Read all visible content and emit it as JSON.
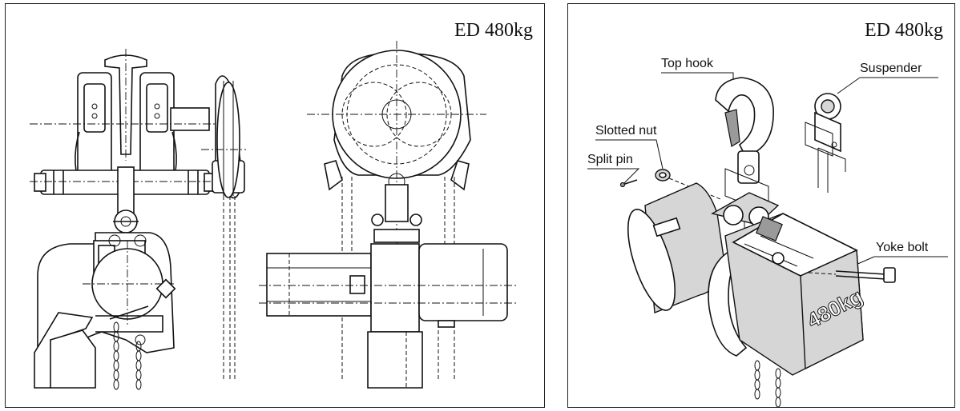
{
  "left_panel": {
    "model_label": "ED 480kg"
  },
  "right_panel": {
    "model_label": "ED 480kg",
    "callouts": {
      "top_hook": "Top hook",
      "suspender": "Suspender",
      "slotted_nut": "Slotted nut",
      "split_pin": "Split pin",
      "yoke_bolt": "Yoke bolt"
    },
    "body_marking": "480kg"
  }
}
